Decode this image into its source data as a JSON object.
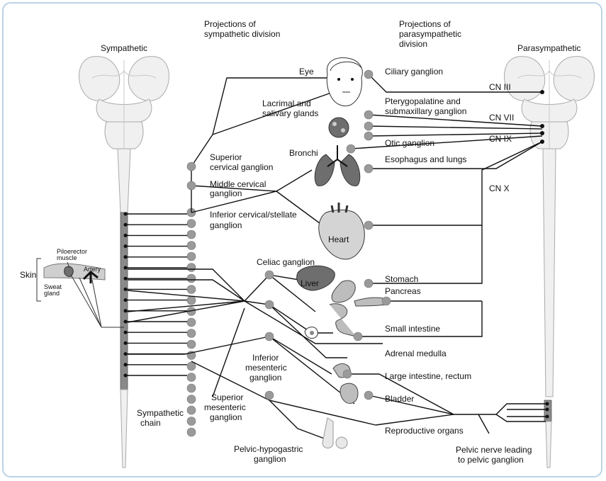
{
  "header": {
    "sympathetic": "Sympathetic",
    "parasympathetic": "Parasympathetic",
    "proj_symp_1": "Projections of",
    "proj_symp_2": "sympathetic division",
    "proj_para_1": "Projections of",
    "proj_para_2": "parasympathetic",
    "proj_para_3": "division"
  },
  "organs": {
    "eye": "Eye",
    "lacrimal_1": "Lacrimal and",
    "lacrimal_2": "salivary glands",
    "bronchi": "Bronchi",
    "heart": "Heart",
    "liver": "Liver",
    "stomach": "Stomach",
    "pancreas": "Pancreas",
    "small_intestine": "Small intestine",
    "adrenal": "Adrenal medulla",
    "large_intestine": "Large intestine, rectum",
    "bladder": "Bladder",
    "reproductive": "Reproductive organs",
    "esophagus": "Esophagus and lungs"
  },
  "ganglia": {
    "ciliary": "Ciliary ganglion",
    "pterygo_1": "Pterygopalatine and",
    "pterygo_2": "submaxillary ganglion",
    "otic": "Otic ganglion",
    "superior_cervical_1": "Superior",
    "superior_cervical_2": "cervical ganglion",
    "middle_cervical_1": "Middle cervical",
    "middle_cervical_2": "ganglion",
    "inferior_cervical_1": "Inferior cervical/stellate",
    "inferior_cervical_2": "ganglion",
    "celiac": "Celiac ganglion",
    "inferior_mesenteric_1": "Inferior",
    "inferior_mesenteric_2": "mesenteric",
    "inferior_mesenteric_3": "ganglion",
    "superior_mesenteric_1": "Superior",
    "superior_mesenteric_2": "mesenteric",
    "superior_mesenteric_3": "ganglion",
    "pelvic_hypogastric_1": "Pelvic-hypogastric",
    "pelvic_hypogastric_2": "ganglion",
    "sympathetic_chain_1": "Sympathetic",
    "sympathetic_chain_2": "chain",
    "pelvic_nerve_1": "Pelvic nerve leading",
    "pelvic_nerve_2": "to pelvic ganglion"
  },
  "nerves": {
    "cn3": "CN III",
    "cn7": "CN VII",
    "cn9": "CN IX",
    "cn10": "CN X"
  },
  "skin": {
    "skin": "Skin",
    "piloerector_1": "Piloerector",
    "piloerector_2": "muscle",
    "artery": "Artery",
    "sweat_1": "Sweat",
    "sweat_2": "gland"
  },
  "colors": {
    "frame": "#bcd3e6",
    "ganglion": "#9a9a9a",
    "line": "#111111"
  }
}
